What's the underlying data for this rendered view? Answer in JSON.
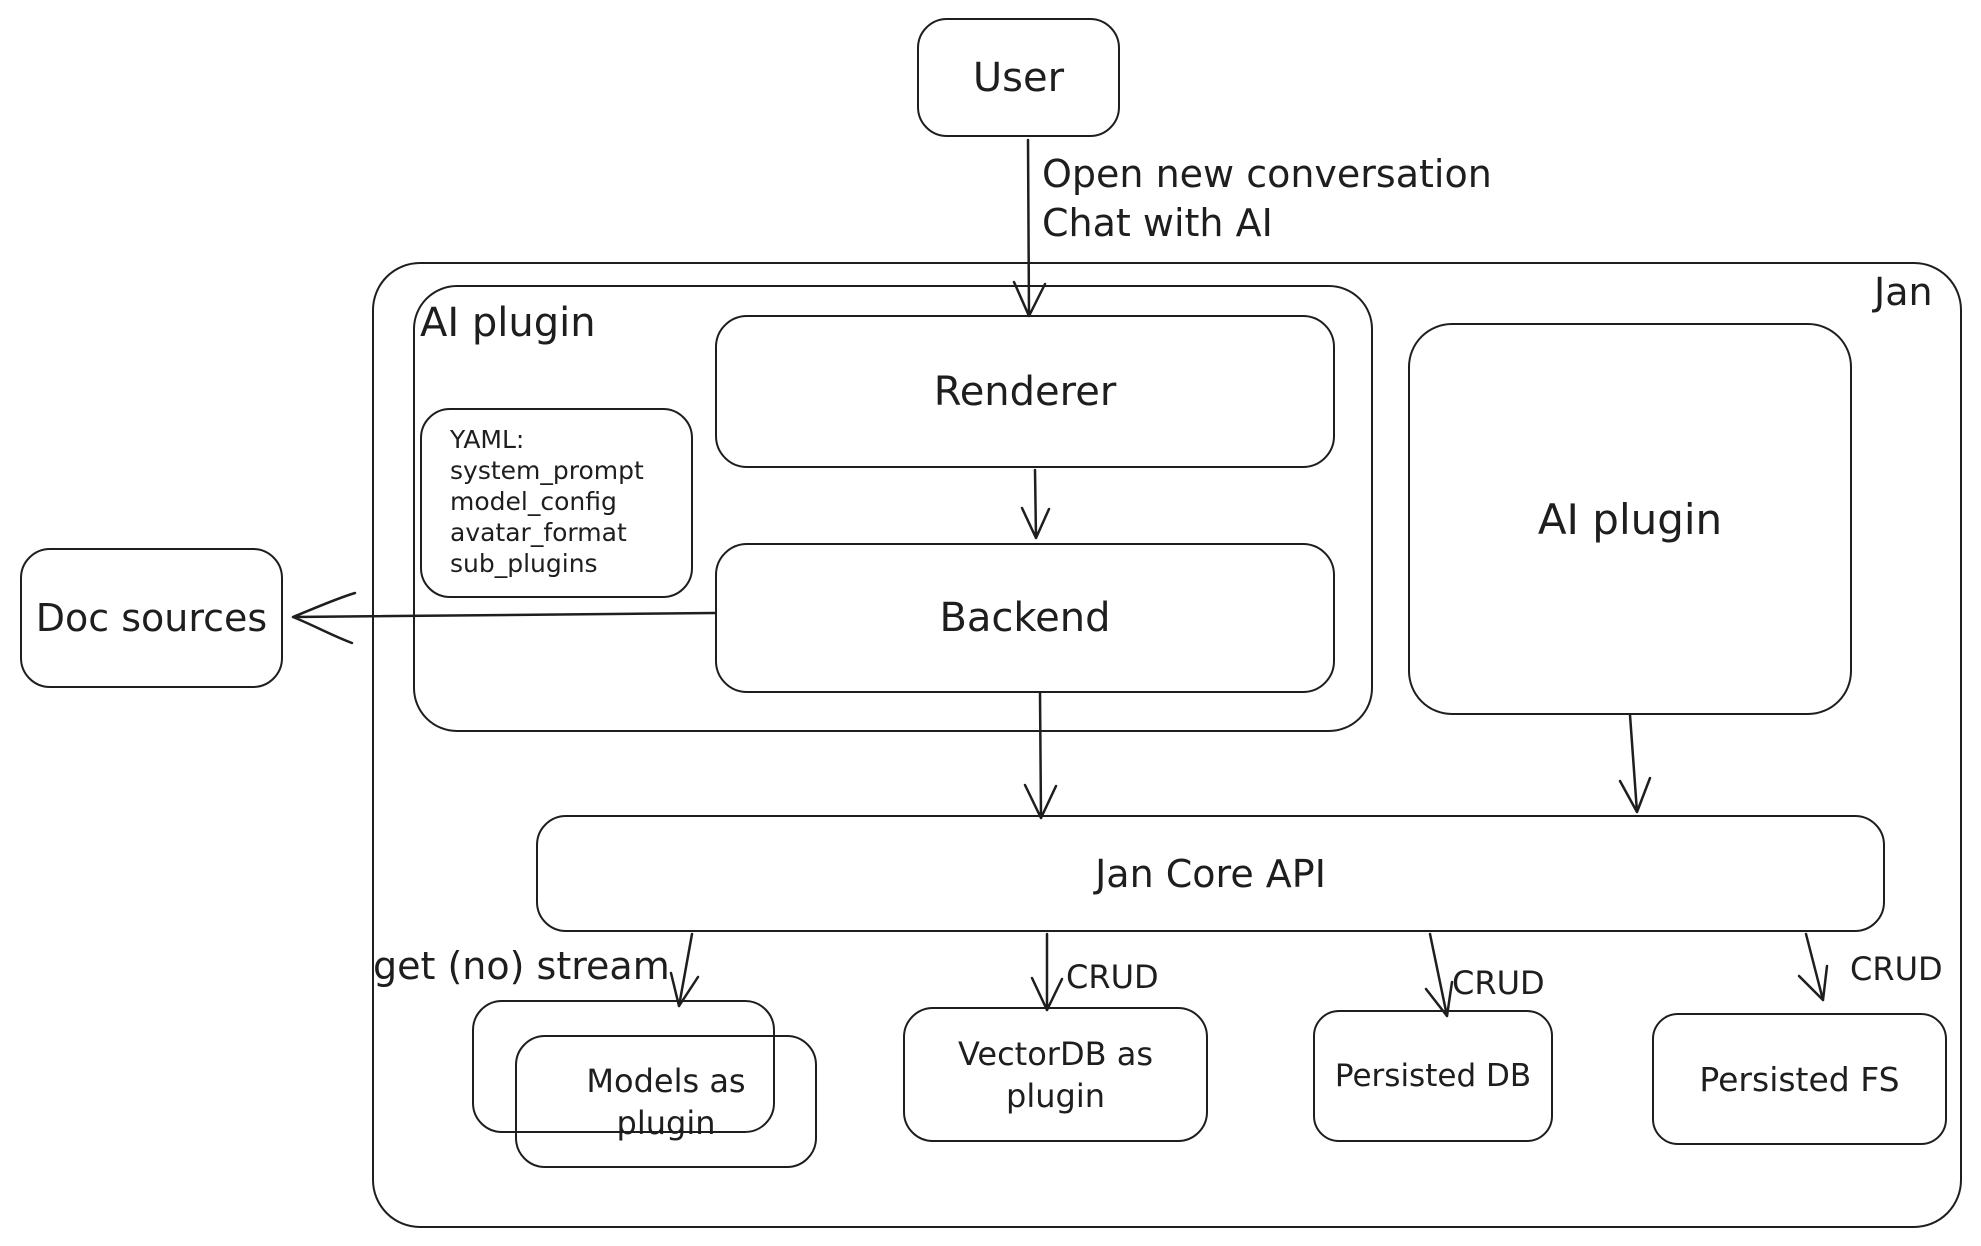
{
  "nodes": {
    "user": {
      "label": "User"
    },
    "jan_container": {
      "label": "Jan"
    },
    "ai_plugin_container": {
      "label": "AI plugin"
    },
    "yaml_note": {
      "lines": [
        "YAML:",
        "system_prompt",
        "model_config",
        "avatar_format",
        "sub_plugins"
      ]
    },
    "renderer": {
      "label": "Renderer"
    },
    "backend": {
      "label": "Backend"
    },
    "ai_plugin": {
      "label": "AI plugin"
    },
    "doc_sources": {
      "label": "Doc sources"
    },
    "jan_core_api": {
      "label": "Jan Core API"
    },
    "models_as_plugin": {
      "label": "Models as plugin"
    },
    "vectordb_as_plugin": {
      "label": "VectorDB as plugin"
    },
    "persisted_db": {
      "label": "Persisted DB"
    },
    "persisted_fs": {
      "label": "Persisted FS"
    }
  },
  "edges": {
    "user_to_renderer": {
      "label": "Open new conversation\nChat with AI"
    },
    "core_to_models": {
      "label": "get (no) stream"
    },
    "core_to_vectordb": {
      "label": "CRUD"
    },
    "core_to_persisted_db": {
      "label": "CRUD"
    },
    "core_to_persisted_fs": {
      "label": "CRUD"
    }
  },
  "colors": {
    "stroke": "#1e1e1e",
    "background": "#ffffff"
  }
}
